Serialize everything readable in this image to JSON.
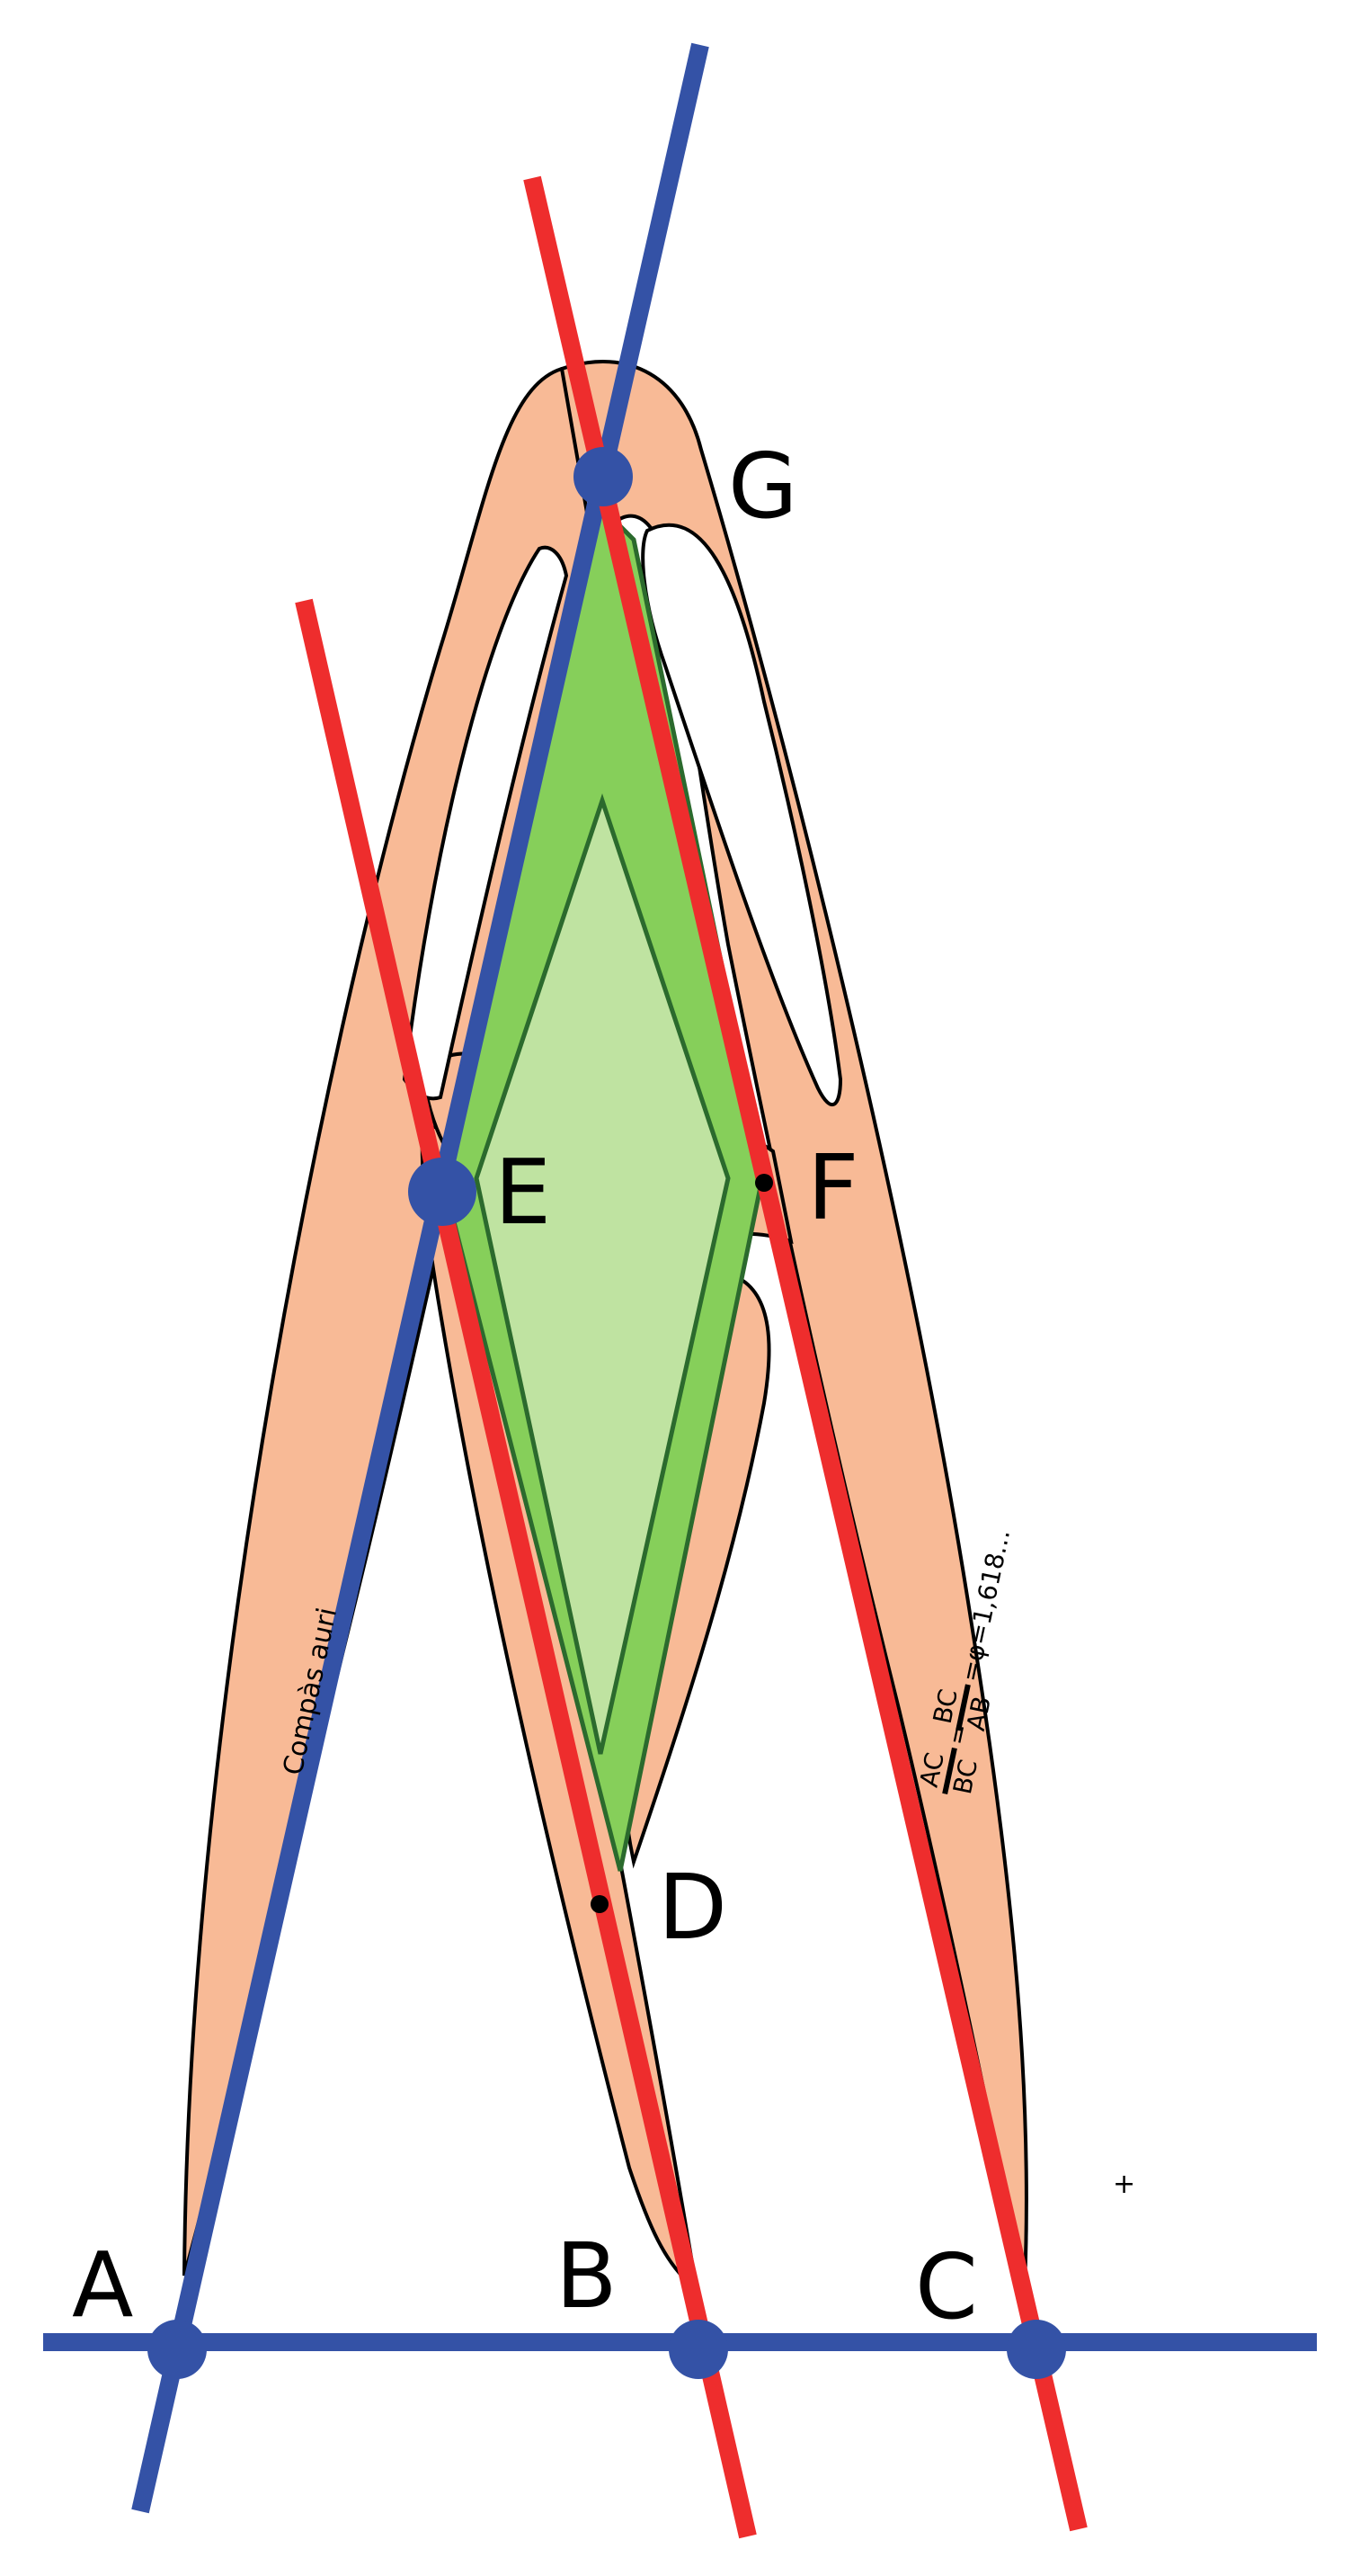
{
  "colors": {
    "compass_fill": "#f8ba96",
    "outline": "#000000",
    "rhombus_outer": "#86cf5a",
    "rhombus_inner": "#bfe3a1",
    "rhombus_stroke": "#2b6a2d",
    "blue_line": "#3452a6",
    "red_line": "#ee2d2d",
    "label_E": "#2b6a2d"
  },
  "points": {
    "A": "A",
    "B": "B",
    "C": "C",
    "D": "D",
    "E": "E",
    "F": "F",
    "G": "G"
  },
  "compass_name": "Compàs auri",
  "formula": {
    "num1": "AC",
    "den1": "BC",
    "eq1": "=",
    "num2": "BC",
    "den2": "AB",
    "eq2": "=φ=1,618..."
  },
  "plus_mark": "+"
}
